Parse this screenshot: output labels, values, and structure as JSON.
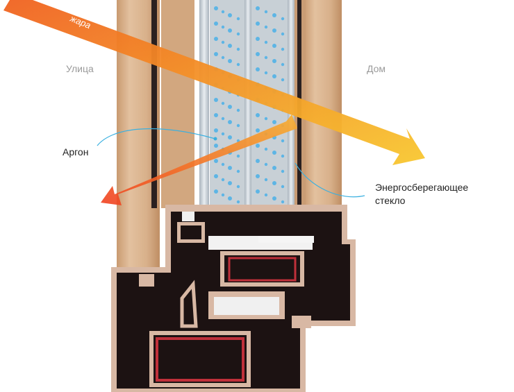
{
  "labels": {
    "street": "Улица",
    "home": "Дом",
    "heat": "жара",
    "argon": "Аргон",
    "energy_glass_line1": "Энергосберегающее",
    "energy_glass_line2": "стекло"
  },
  "colors": {
    "wood": "#d9b48f",
    "wood_dark": "#b88a62",
    "frame_black": "#1c1212",
    "frame_edge": "#d8b8a4",
    "glass": "#cfd6dc",
    "argon_dot": "#4ab0e8",
    "seal_red": "#c0303a",
    "heat_orange": "#f07020",
    "heat_yellow": "#f8c030",
    "callout_line": "#3ab0e0"
  }
}
